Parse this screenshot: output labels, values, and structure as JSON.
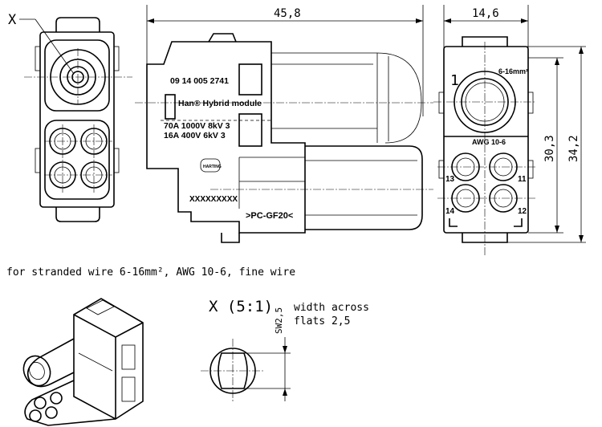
{
  "labels": {
    "detail_marker": "X",
    "dim_length": "45,8",
    "dim_width": "14,6",
    "dim_height_inner": "30,3",
    "dim_height_outer": "34,2",
    "part_number": "09 14 005 2741",
    "module_name": "Han® Hybrid module",
    "rating_line1": "70A 1000V 8kV 3",
    "rating_line2": "16A  400V 6kV 3",
    "material": ">PC-GF20<",
    "date_code": "XXXXXXXXX",
    "brand_logo": "HARTING",
    "contact_1": "1",
    "wire_size_top": "6-16mm²",
    "awg_label": "AWG 10-6",
    "contact_13": "13",
    "contact_11": "11",
    "contact_14": "14",
    "contact_12": "12",
    "note": "for stranded wire 6-16mm², AWG 10-6, fine wire",
    "detail_title": "X (5:1)",
    "sw_label": "SW2,5",
    "sw_desc_line1": "width across",
    "sw_desc_line2": "flats 2,5"
  }
}
